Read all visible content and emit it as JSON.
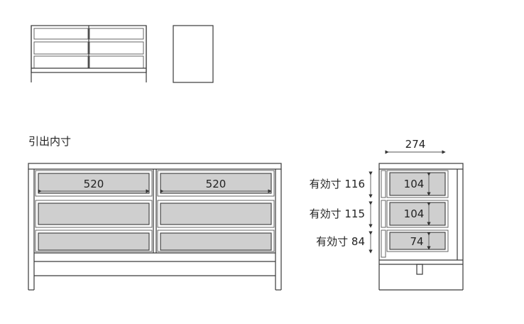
{
  "section_title": "引出内寸",
  "front": {
    "drawer_width_left": "520",
    "drawer_width_right": "520"
  },
  "side": {
    "depth": "274",
    "effective": [
      {
        "label": "有効寸 116",
        "inner": "104"
      },
      {
        "label": "有効寸 115",
        "inner": "104"
      },
      {
        "label": "有効寸 84",
        "inner": "74"
      }
    ]
  },
  "colors": {
    "line": "#3a3a3a",
    "drawer_fill": "#cfcfcf"
  }
}
